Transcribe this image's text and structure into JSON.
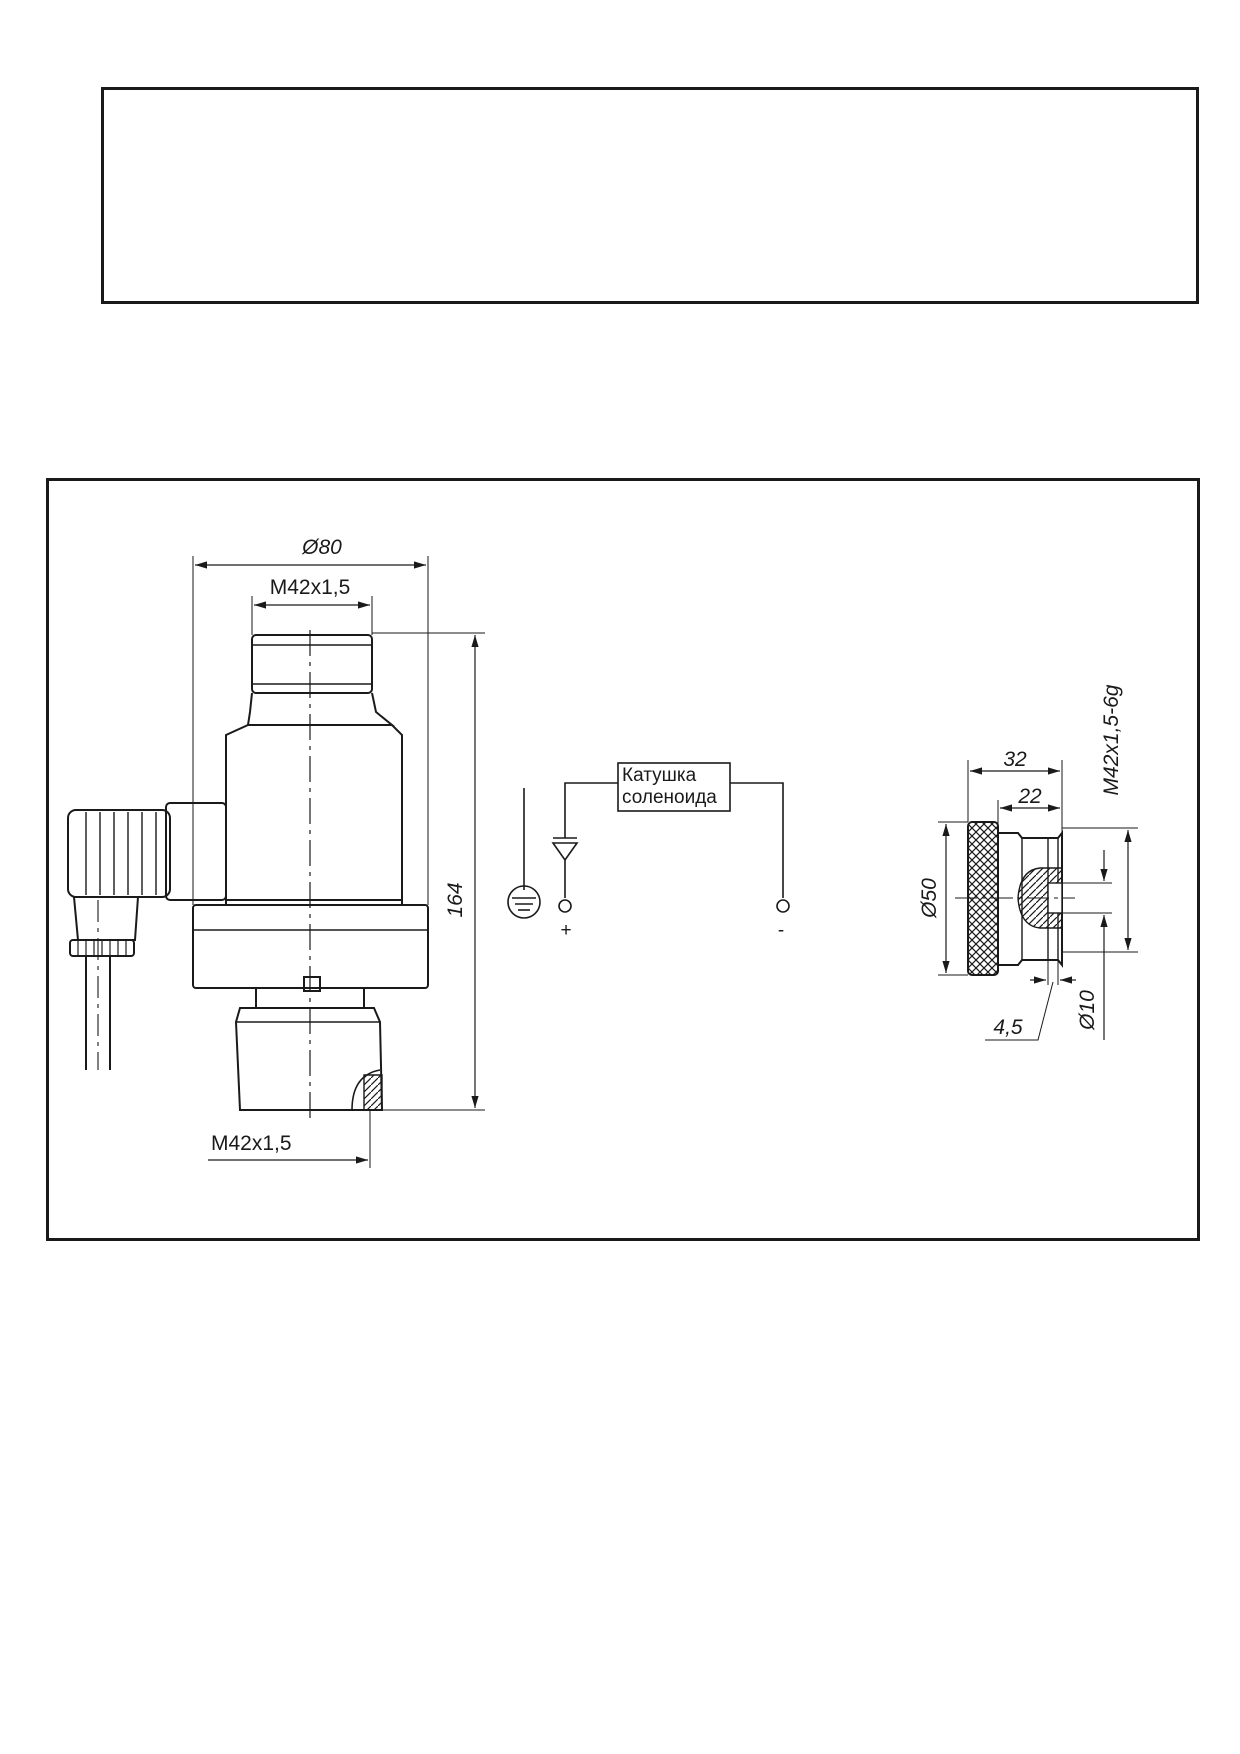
{
  "drawing": {
    "valve": {
      "dim_diameter_outer": "Ø80",
      "dim_thread_top": "M42x1,5",
      "dim_height": "164",
      "dim_thread_bottom": "M42x1,5"
    },
    "schematic": {
      "coil_label_line1": "Катушка",
      "coil_label_line2": "соленоида",
      "terminal_plus": "+",
      "terminal_minus": "-"
    },
    "nut": {
      "dim_length_total": "32",
      "dim_length_thread": "22",
      "dim_thread": "M42x1,5-6g",
      "dim_diameter": "Ø50",
      "dim_groove": "4,5",
      "dim_bore": "Ø10"
    }
  }
}
